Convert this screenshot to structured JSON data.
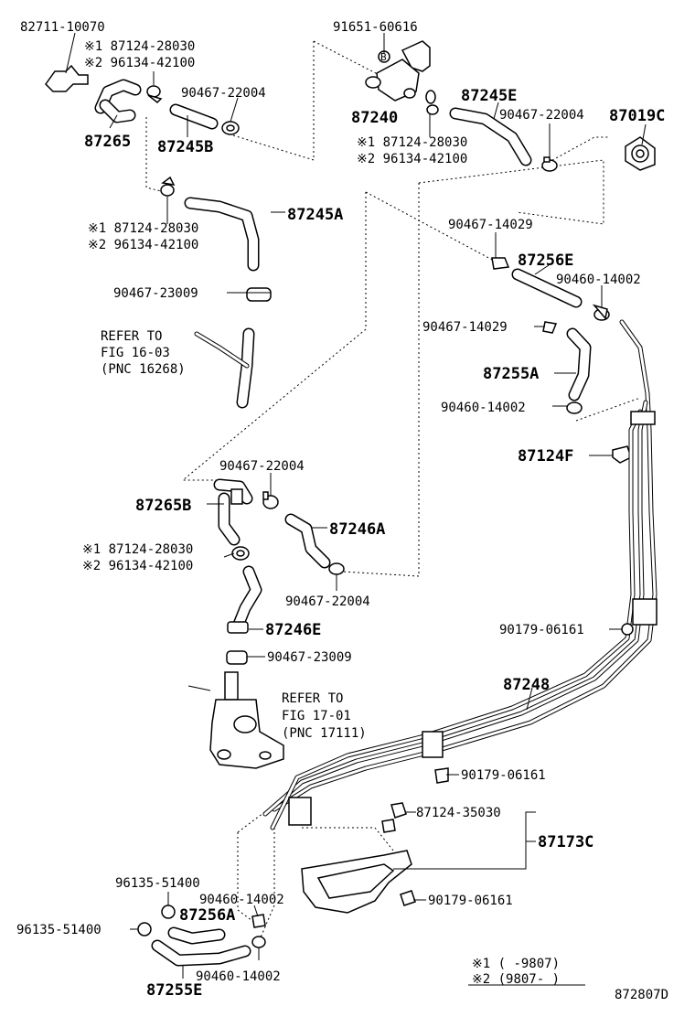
{
  "labels": {
    "l1": "82711-10070",
    "l2": "※1 87124-28030",
    "l3": "※2 96134-42100",
    "l4": "90467-22004",
    "l5": "87265",
    "l6": "87245B",
    "l7": "91651-60616",
    "l8": "87240",
    "l9": "87245E",
    "l10": "90467-22004",
    "l11": "87019C",
    "l12": "※1 87124-28030",
    "l13": "※2 96134-42100",
    "l14": "※1 87124-28030",
    "l15": "※2 96134-42100",
    "l16": "87245A",
    "l17": "90467-14029",
    "l18": "87256E",
    "l19": "90460-14002",
    "l20": "90467-23009",
    "l21": "90467-14029",
    "l22": "87255A",
    "l23": "90460-14002",
    "l24": "87124F",
    "l25": "90467-22004",
    "l26": "87265B",
    "l27": "87246A",
    "l28": "※1 87124-28030",
    "l29": "※2 96134-42100",
    "l30": "90467-22004",
    "l31": "87246E",
    "l32": "90179-06161",
    "l33": "90467-23009",
    "l34": "87248",
    "l35": "90179-06161",
    "l36": "87124-35030",
    "l37": "87173C",
    "l38": "96135-51400",
    "l39": "90460-14002",
    "l40": "87256A",
    "l41": "96135-51400",
    "l42": "90179-06161",
    "l43": "90460-14002",
    "l44": "87255E",
    "ref1a": "REFER TO",
    "ref1b": "FIG 16-03",
    "ref1c": "(PNC 16268)",
    "ref2a": "REFER TO",
    "ref2b": "FIG 17-01",
    "ref2c": "(PNC 17111)",
    "note1": "※1 (    -9807)",
    "note2": "※2 (9807-      )",
    "diagram_id": "872807D",
    "valve_mark": "B"
  }
}
